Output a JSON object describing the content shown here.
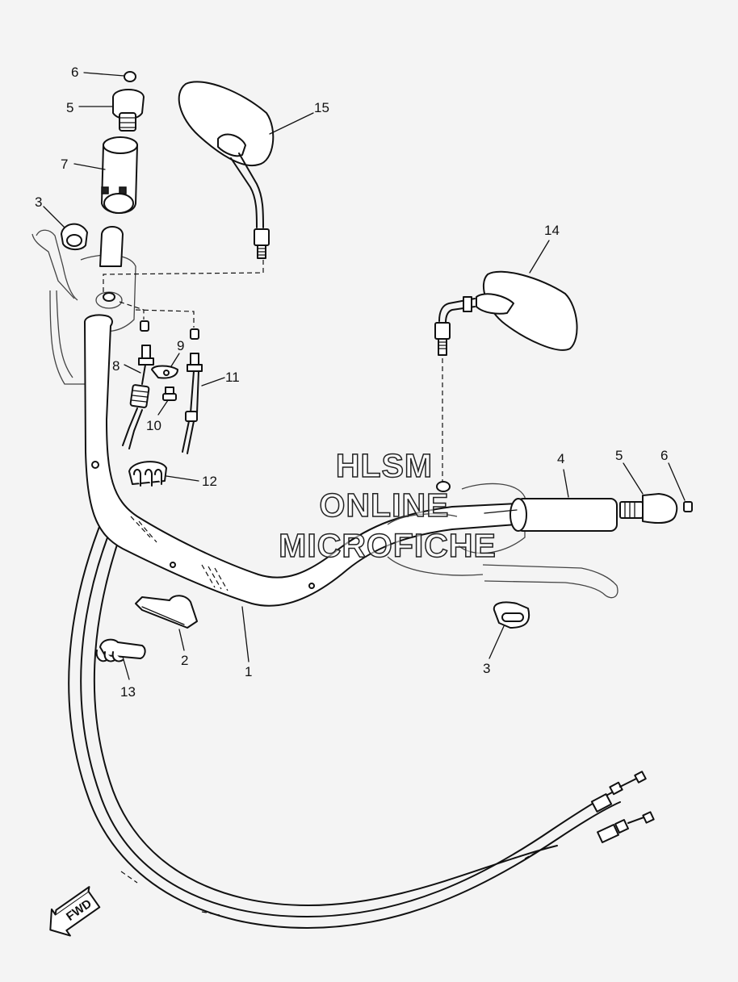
{
  "callouts": [
    {
      "id": "c1",
      "label": "1"
    },
    {
      "id": "c2",
      "label": "2"
    },
    {
      "id": "c3a",
      "label": "3"
    },
    {
      "id": "c3b",
      "label": "3"
    },
    {
      "id": "c4",
      "label": "4"
    },
    {
      "id": "c5a",
      "label": "5"
    },
    {
      "id": "c5b",
      "label": "5"
    },
    {
      "id": "c6a",
      "label": "6"
    },
    {
      "id": "c6b",
      "label": "6"
    },
    {
      "id": "c7",
      "label": "7"
    },
    {
      "id": "c8",
      "label": "8"
    },
    {
      "id": "c9",
      "label": "9"
    },
    {
      "id": "c10",
      "label": "10"
    },
    {
      "id": "c11",
      "label": "11"
    },
    {
      "id": "c12",
      "label": "12"
    },
    {
      "id": "c13",
      "label": "13"
    },
    {
      "id": "c14",
      "label": "14"
    },
    {
      "id": "c15",
      "label": "15"
    }
  ],
  "watermark": [
    "HLSM",
    "ONLINE",
    "MICROFICHE"
  ],
  "direction_arrow": {
    "label": "FWD",
    "icon": "fwd-arrow-icon"
  }
}
